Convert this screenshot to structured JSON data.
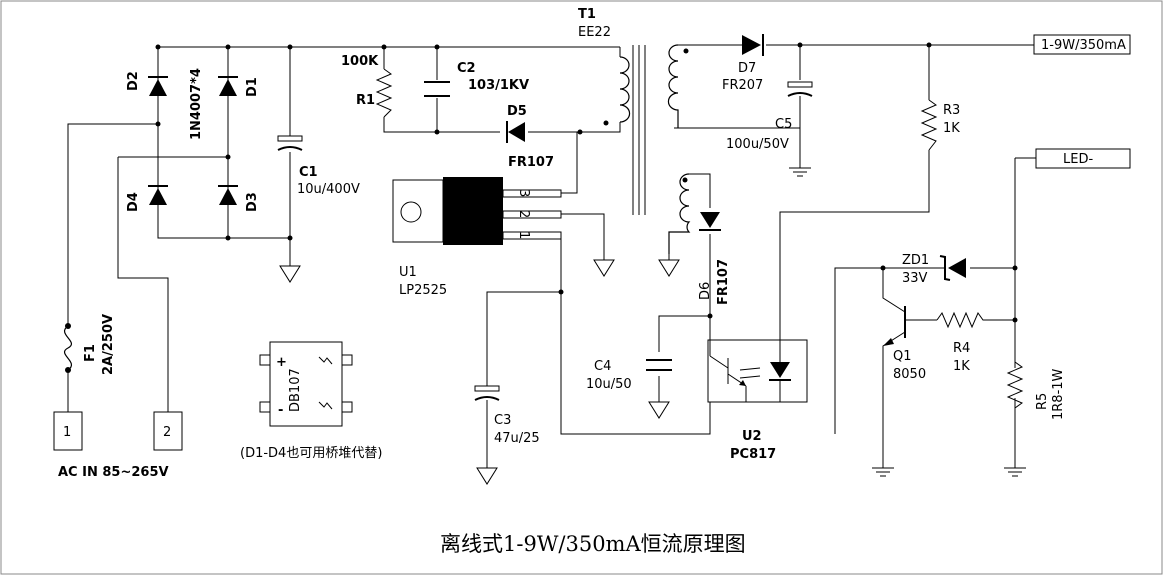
{
  "title": "离线式1-9W/350mA恒流原理图",
  "note": "(D1-D4也可用桥堆代替)",
  "input_label": "AC IN 85~265V",
  "terminals": {
    "t1": "1",
    "t2": "2"
  },
  "outputs": {
    "positive": "1-9W/350mA",
    "negative": "LED-"
  },
  "components": {
    "d1": "D1",
    "d2": "D2",
    "d3": "D3",
    "d4": "D4",
    "bridge_type": "1N4007*4",
    "c1": "C1",
    "c1_value": "10u/400V",
    "r1": "R1",
    "r1_value": "100K",
    "c2": "C2",
    "c2_value": "103/1KV",
    "d5": "D5",
    "d5_value": "FR107",
    "t1": "T1",
    "t1_value": "EE22",
    "u1": "U1",
    "u1_value": "LP2525",
    "u1_pin1": "1",
    "u1_pin2": "2",
    "u1_pin3": "3",
    "f1": "F1",
    "f1_value": "2A/250V",
    "db": "DB107",
    "c3": "C3",
    "c3_value": "47u/25",
    "d6": "D6",
    "d6_value": "FR107",
    "c4": "C4",
    "c4_value": "10u/50",
    "u2": "U2",
    "u2_value": "PC817",
    "d7": "D7",
    "d7_value": "FR207",
    "c5": "C5",
    "c5_value": "100u/50V",
    "r3": "R3",
    "r3_value": "1K",
    "zd1": "ZD1",
    "zd1_value": "33V",
    "q1": "Q1",
    "q1_value": "8050",
    "r4": "R4",
    "r4_value": "1K",
    "r5": "R5",
    "r5_value": "1R8-1W"
  },
  "db_pins": {
    "plus": "+",
    "minus": "-"
  }
}
